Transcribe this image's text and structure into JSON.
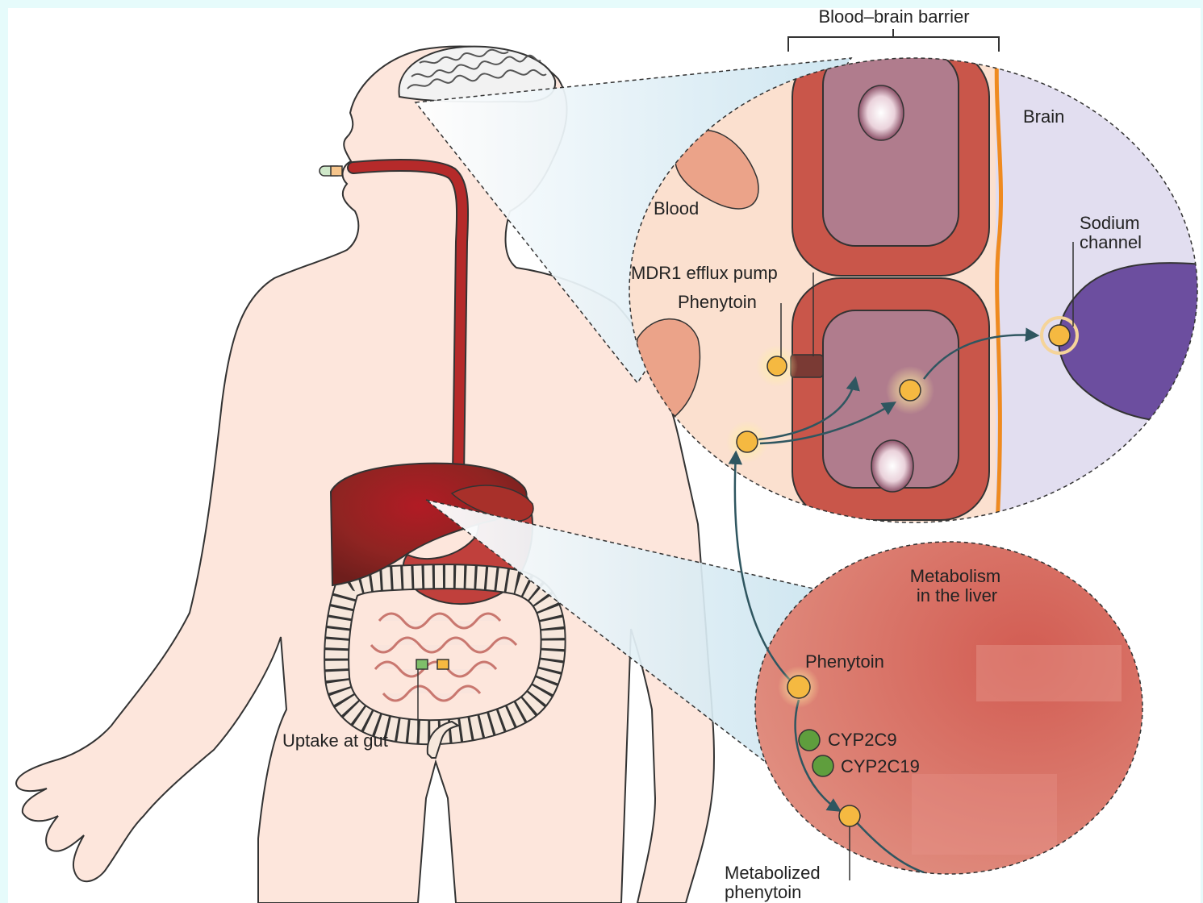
{
  "labels": {
    "blood_brain_barrier": "Blood–brain barrier",
    "brain": "Brain",
    "blood": "Blood",
    "sodium_channel_line1": "Sodium",
    "sodium_channel_line2": "channel",
    "mdr1_efflux_pump": "MDR1 efflux pump",
    "phenytoin_brain": "Phenytoin",
    "metabolism_line1": "Metabolism",
    "metabolism_line2": "in the liver",
    "phenytoin_liver": "Phenytoin",
    "cyp2c9": "CYP2C9",
    "cyp2c19": "CYP2C19",
    "metabolized_line1": "Metabolized",
    "metabolized_line2": "phenytoin",
    "uptake_at_gut": "Uptake at gut"
  },
  "colors": {
    "background": "#e6fbfb",
    "frame_panel": "#ffffff",
    "skin": "#fde6dc",
    "esophagus": "#b52a2a",
    "liver": "#8d2323",
    "stomach": "#c0403c",
    "intestine": "#f6e7dc",
    "blood_region": "#fbe0cf",
    "brain_region": "#e2def0",
    "endothelial_cell": "#c9564a",
    "cell_inner": "#b07c8d",
    "nucleus": "#f1dbe3",
    "bbb_membrane": "#ef8a1f",
    "neuron": "#6c4e9f",
    "phenytoin_dot": "#f5b941",
    "cyp_enzyme": "#5f9e3d",
    "liver_zoom": "#d56a60",
    "zoom_cone": "#d7edf6",
    "arrow": "#2f5660"
  }
}
